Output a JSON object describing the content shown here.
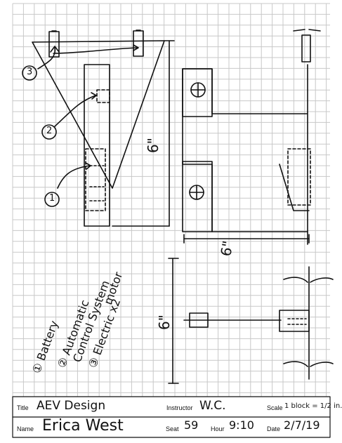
{
  "drawing": {
    "callouts": {
      "c1": "1",
      "c2": "2",
      "c3": "3"
    },
    "dims": {
      "d1": "6\"",
      "d2": "6\"",
      "d3": "6\""
    },
    "legend": {
      "l1": "① Battery",
      "l2": "② Automatic",
      "l3": "Control System",
      "l4": "③ Electric x2",
      "l5": "motor"
    }
  },
  "title_block": {
    "title_label": "Title",
    "title_value": "AEV Design",
    "instructor_label": "Instructor",
    "instructor_value": "W.C.",
    "scale_label": "Scale",
    "scale_value": "1 block = 1/2 in.",
    "name_label": "Name",
    "name_value": "Erica West",
    "seat_label": "Seat",
    "seat_value": "59",
    "hour_label": "Hour",
    "hour_value": "9:10",
    "date_label": "Date",
    "date_value": "2/7/19"
  },
  "colors": {
    "grid": "#c8c8c8",
    "ink": "#111111",
    "paper": "#ffffff"
  }
}
